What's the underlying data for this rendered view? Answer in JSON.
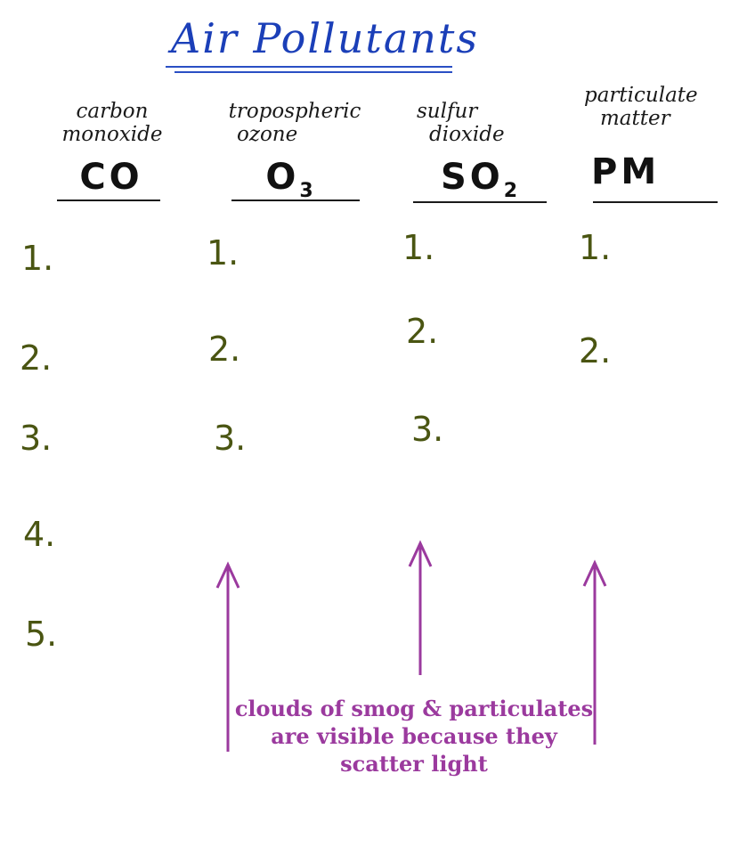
{
  "title": "Air Pollutants",
  "columns": [
    {
      "name_line1": "carbon",
      "name_line2": "monoxide",
      "symbol": "CO",
      "symbol_sub": "",
      "items": [
        "1.",
        "2.",
        "3.",
        "4.",
        "5."
      ]
    },
    {
      "name_line1": "tropospheric",
      "name_line2": "ozone",
      "symbol": "O",
      "symbol_sub": "3",
      "items": [
        "1.",
        "2.",
        "3."
      ]
    },
    {
      "name_line1": "sulfur",
      "name_line2": "dioxide",
      "symbol": "SO",
      "symbol_sub": "2",
      "items": [
        "1.",
        "2.",
        "3."
      ]
    },
    {
      "name_line1": "particulate",
      "name_line2": "matter",
      "symbol": "PM",
      "symbol_sub": "",
      "items": [
        "1.",
        "2."
      ]
    }
  ],
  "caption": {
    "line1": "clouds of smog & particulates",
    "line2": "are visible because they",
    "line3": "scatter light"
  },
  "colors": {
    "title": "#1b3fb8",
    "numbers": "#4a5512",
    "caption": "#9b3a9e",
    "arrows": "#9b3a9e"
  },
  "icons": [
    "up-arrow-icon",
    "up-arrow-icon",
    "up-arrow-icon"
  ]
}
